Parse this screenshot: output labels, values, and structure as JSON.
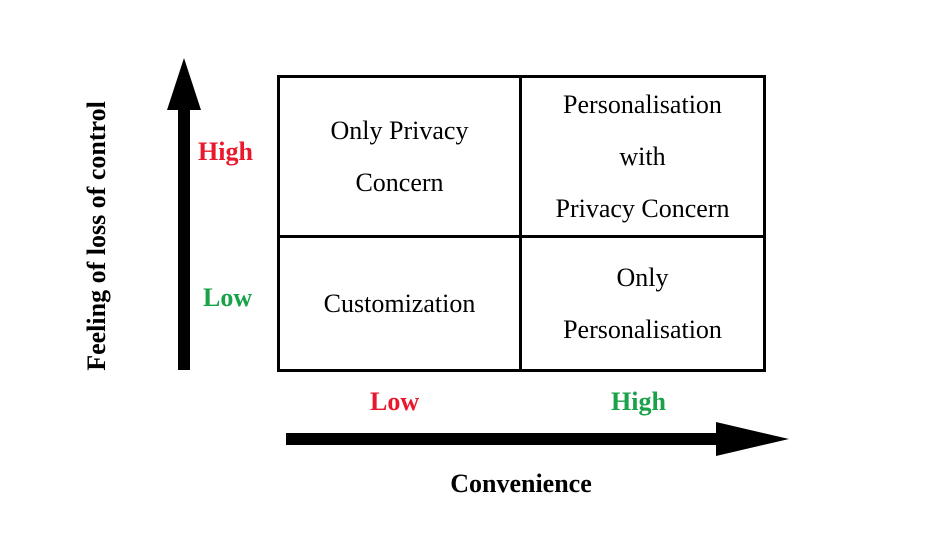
{
  "colors": {
    "high_y": "#e8192c",
    "low_y": "#19a249",
    "low_x": "#e8192c",
    "high_x": "#19a249"
  },
  "y_axis": {
    "title": "Feeling of loss of control",
    "high_label": "High",
    "low_label": "Low"
  },
  "x_axis": {
    "title": "Convenience",
    "low_label": "Low",
    "high_label": "High"
  },
  "quadrants": {
    "top_left": [
      "Only Privacy",
      "Concern"
    ],
    "top_right": [
      "Personalisation",
      "with",
      "Privacy Concern"
    ],
    "bottom_left": [
      "Customization"
    ],
    "bottom_right": [
      "Only",
      "Personalisation"
    ]
  }
}
